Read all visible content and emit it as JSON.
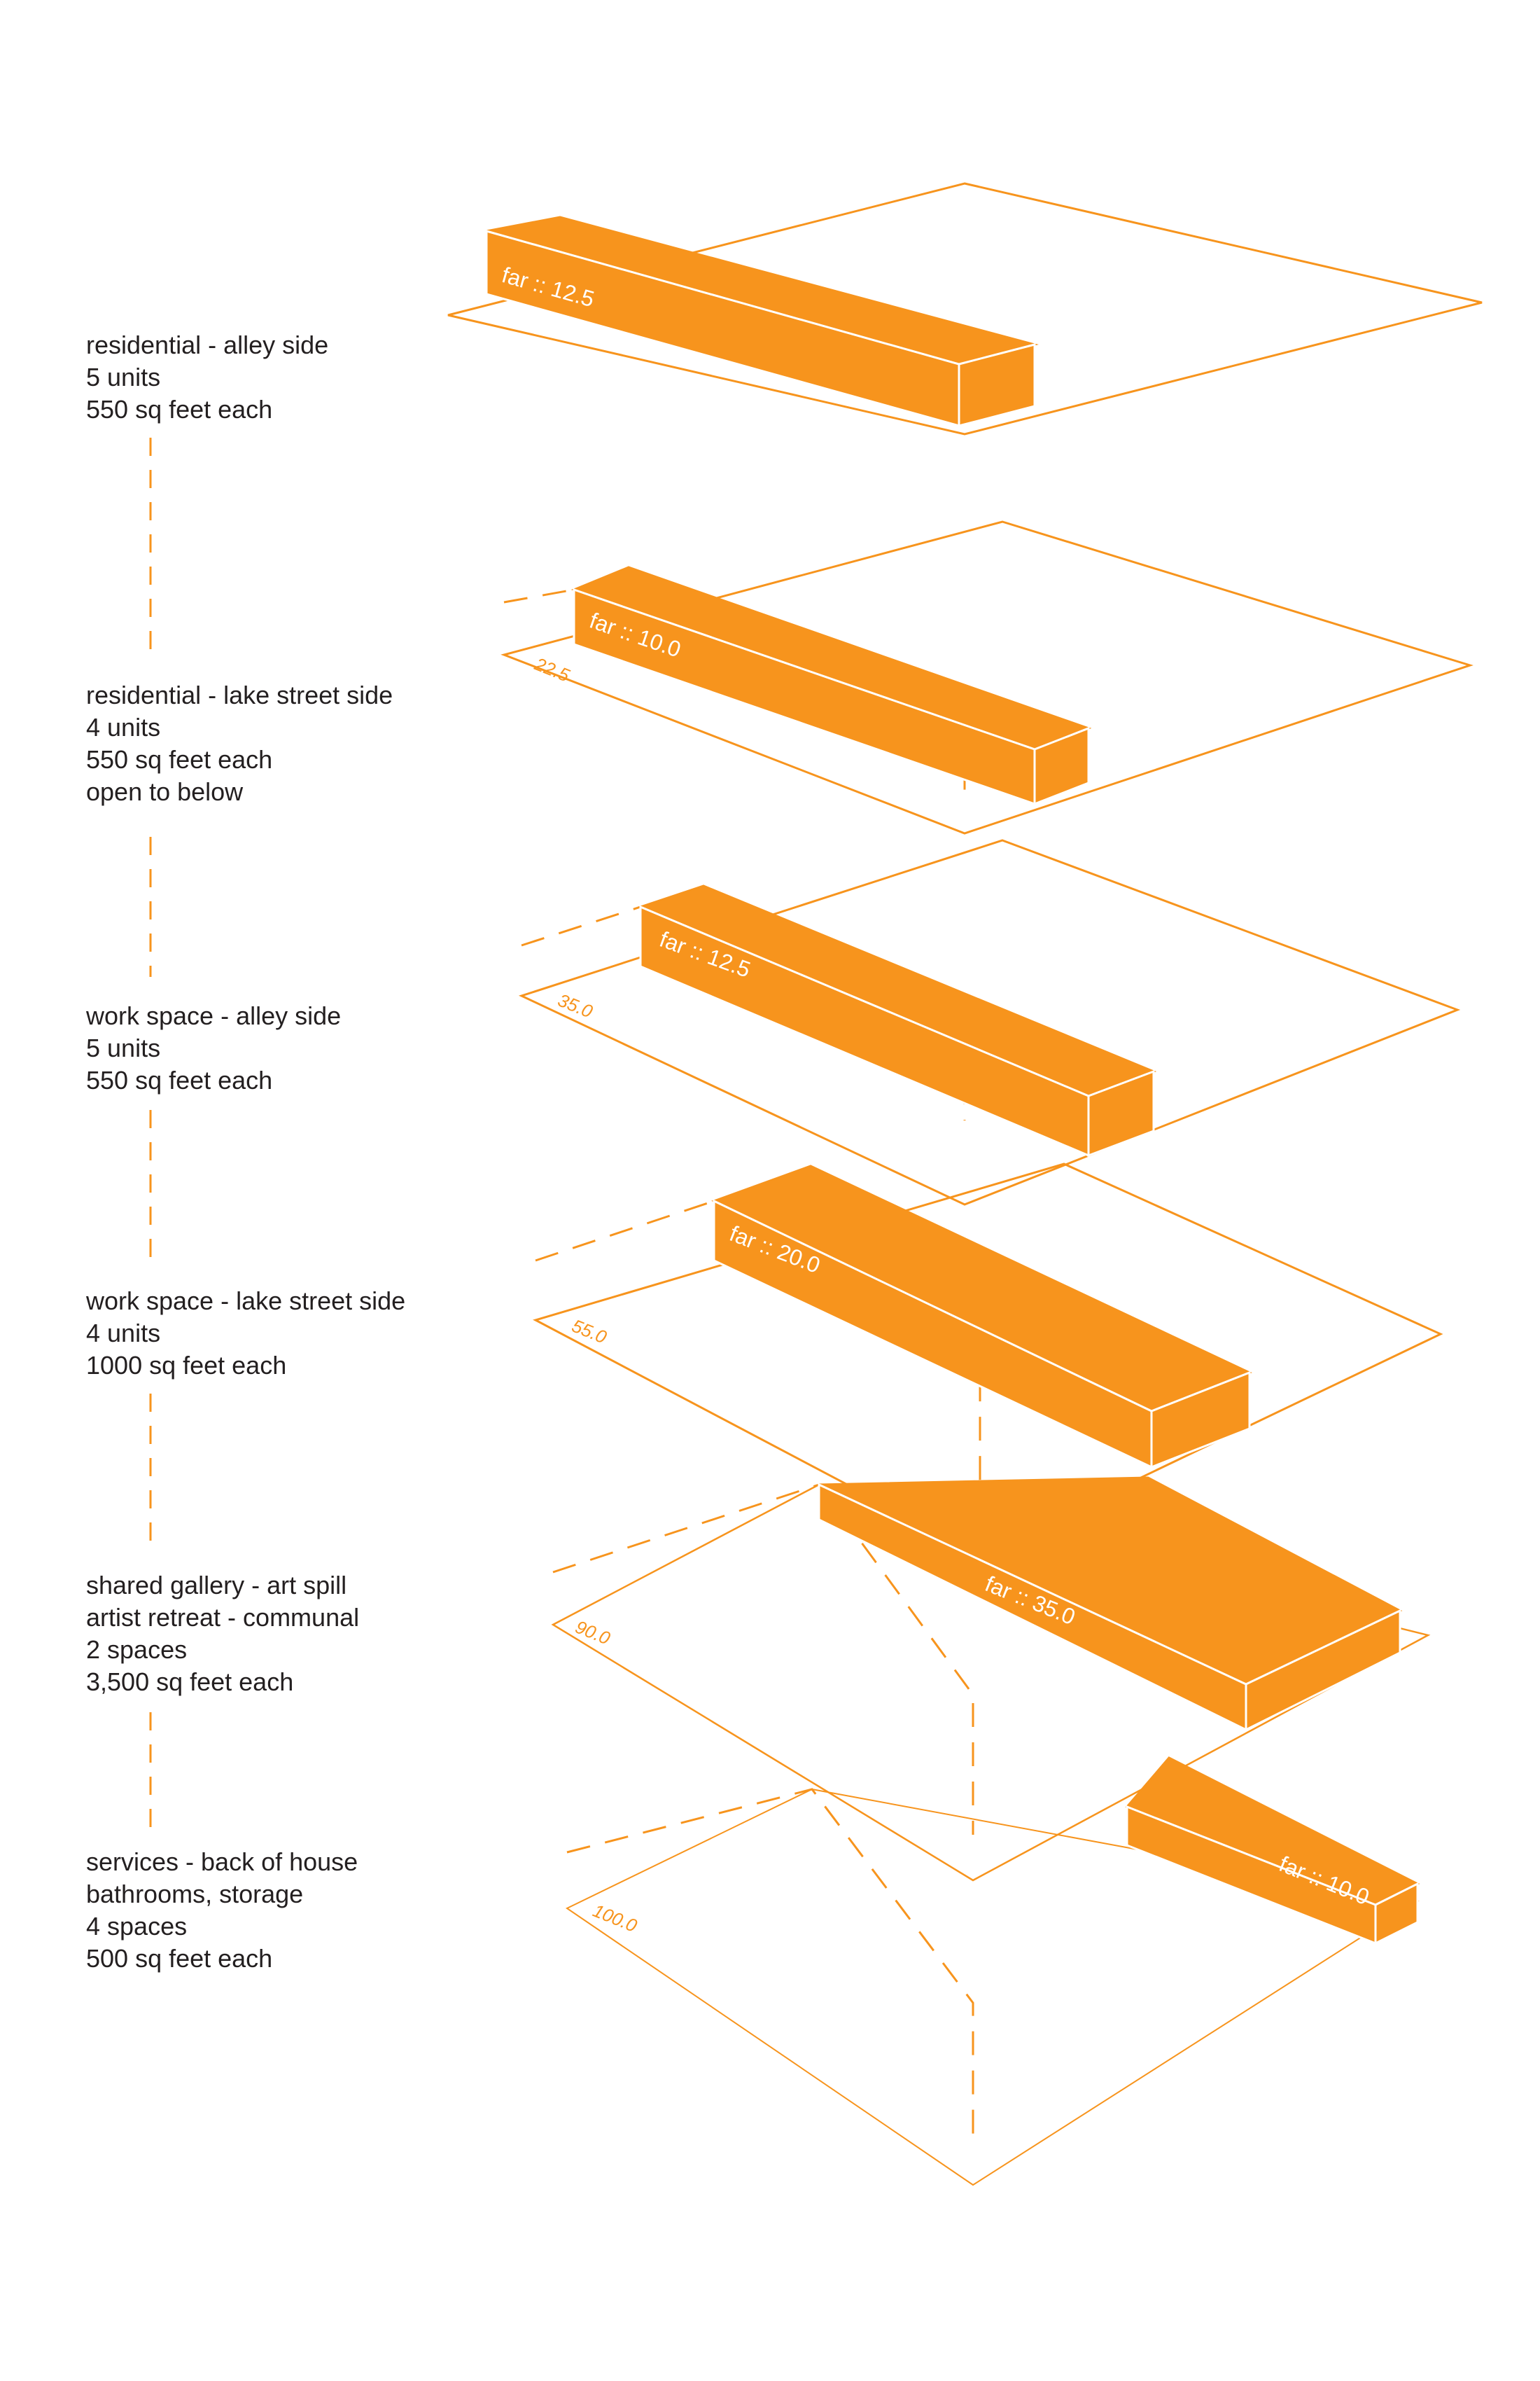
{
  "colors": {
    "accent": "#f7941d",
    "text": "#231f20",
    "background": "#ffffff"
  },
  "levels": [
    {
      "lines": [
        "residential - alley side",
        "5 units",
        "550 sq feet each"
      ],
      "far": "far :: 12.5",
      "dim": ""
    },
    {
      "lines": [
        "residential - lake street side",
        "4 units",
        "550 sq feet each",
        "open to below"
      ],
      "far": "far :: 10.0",
      "dim": "22.5"
    },
    {
      "lines": [
        "work space - alley side",
        "5 units",
        "550 sq feet each"
      ],
      "far": "far :: 12.5",
      "dim": "35.0"
    },
    {
      "lines": [
        "work space - lake street side",
        "4 units",
        "1000 sq feet each"
      ],
      "far": "far :: 20.0",
      "dim": "55.0"
    },
    {
      "lines": [
        "shared gallery - art spill",
        "artist retreat - communal",
        "2 spaces",
        "3,500 sq feet each"
      ],
      "far": "far :: 35.0",
      "dim": "90.0"
    },
    {
      "lines": [
        "services - back of house",
        "bathrooms, storage",
        "4 spaces",
        "500 sq feet each"
      ],
      "far": "far :: 10.0",
      "dim": "100.0"
    }
  ]
}
